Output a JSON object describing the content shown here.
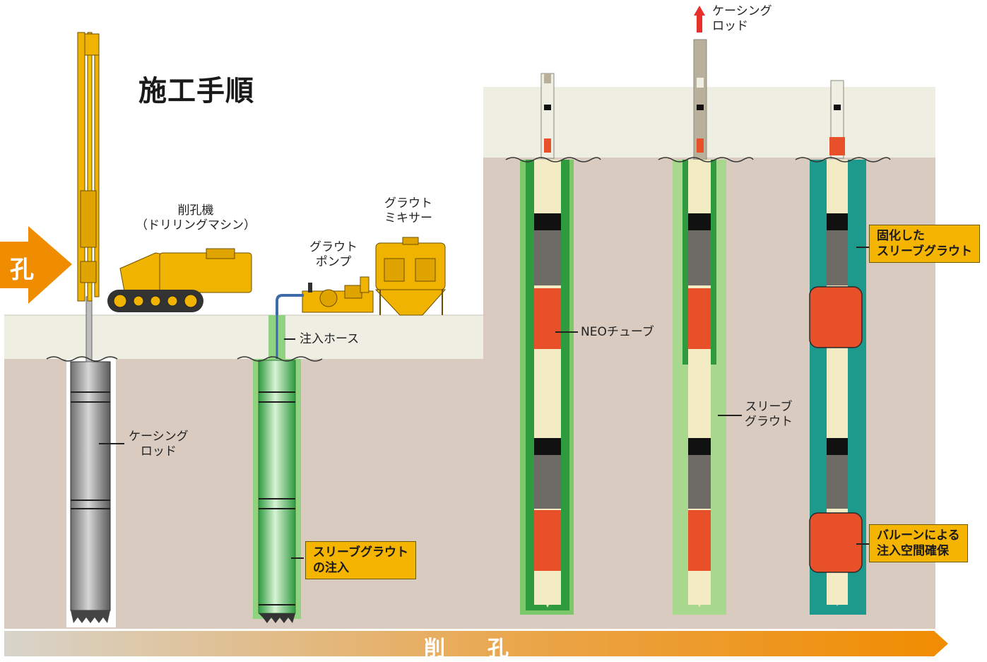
{
  "title": "施工手順",
  "left_arrow_text": "孔",
  "bottom_arrow_text": "削孔",
  "labels": {
    "drilling_machine_line1": "削孔機",
    "drilling_machine_line2": "（ドリリングマシン）",
    "grout_pump_line1": "グラウト",
    "grout_pump_line2": "ポンプ",
    "grout_mixer_line1": "グラウト",
    "grout_mixer_line2": "ミキサー",
    "injection_hose": "注入ホース",
    "casing_rod_line1": "ケーシング",
    "casing_rod_line2": "ロッド",
    "casing_rod_top_line1": "ケーシング",
    "casing_rod_top_line2": "ロッド",
    "neo_tube": "NEOチューブ",
    "sleeve_grout_line1": "スリーブ",
    "sleeve_grout_line2": "グラウト"
  },
  "callouts": {
    "sleeve_grout_injection_line1": "スリーブグラウト",
    "sleeve_grout_injection_line2": "の注入",
    "hardened_sleeve_grout_line1": "固化した",
    "hardened_sleeve_grout_line2": "スリーブグラウト",
    "balloon_injection_space_line1": "バルーンによる",
    "balloon_injection_space_line2": "注入空間確保"
  },
  "colors": {
    "ground": "#d9cbc0",
    "surface": "#efeee3",
    "callout": "#f5b400",
    "arrow_orange": "#f08c00",
    "grout_green": "#7bc96a",
    "hardened_grout_teal": "#1e9a8c",
    "balloon_red": "#e8502a",
    "machine_yellow": "#f0b400"
  }
}
